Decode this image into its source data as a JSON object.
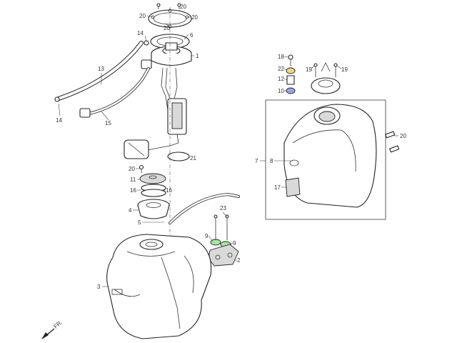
{
  "callouts": [
    {
      "id": "c20a",
      "text": "20"
    },
    {
      "id": "c20b",
      "text": "20"
    },
    {
      "id": "c20c",
      "text": "20"
    },
    {
      "id": "c20d",
      "text": "20"
    },
    {
      "id": "c6",
      "text": "6"
    },
    {
      "id": "c14a",
      "text": "14"
    },
    {
      "id": "c1",
      "text": "1"
    },
    {
      "id": "c13",
      "text": "13"
    },
    {
      "id": "c14b",
      "text": "14"
    },
    {
      "id": "c15",
      "text": "15"
    },
    {
      "id": "c21",
      "text": "21"
    },
    {
      "id": "c20e",
      "text": "20"
    },
    {
      "id": "c11",
      "text": "11"
    },
    {
      "id": "c16a",
      "text": "16"
    },
    {
      "id": "c16b",
      "text": "16"
    },
    {
      "id": "c4",
      "text": "4"
    },
    {
      "id": "c5",
      "text": "5"
    },
    {
      "id": "c23",
      "text": "23"
    },
    {
      "id": "c9a",
      "text": "9"
    },
    {
      "id": "c9b",
      "text": "9"
    },
    {
      "id": "c2",
      "text": "2"
    },
    {
      "id": "c3",
      "text": "3"
    },
    {
      "id": "c18",
      "text": "18"
    },
    {
      "id": "c22",
      "text": "22"
    },
    {
      "id": "c12",
      "text": "12"
    },
    {
      "id": "c10",
      "text": "10"
    },
    {
      "id": "c19a",
      "text": "19"
    },
    {
      "id": "c19b",
      "text": "19"
    },
    {
      "id": "c7",
      "text": "7"
    },
    {
      "id": "c8",
      "text": "8"
    },
    {
      "id": "c17",
      "text": "17"
    },
    {
      "id": "c20f",
      "text": "20"
    }
  ],
  "direction_label": "FR.",
  "colors": {
    "washer_yellow": "#e8d98a",
    "oring_blue": "#9aa6e0",
    "damper_green": "#a8e6a0",
    "line": "#222222"
  }
}
